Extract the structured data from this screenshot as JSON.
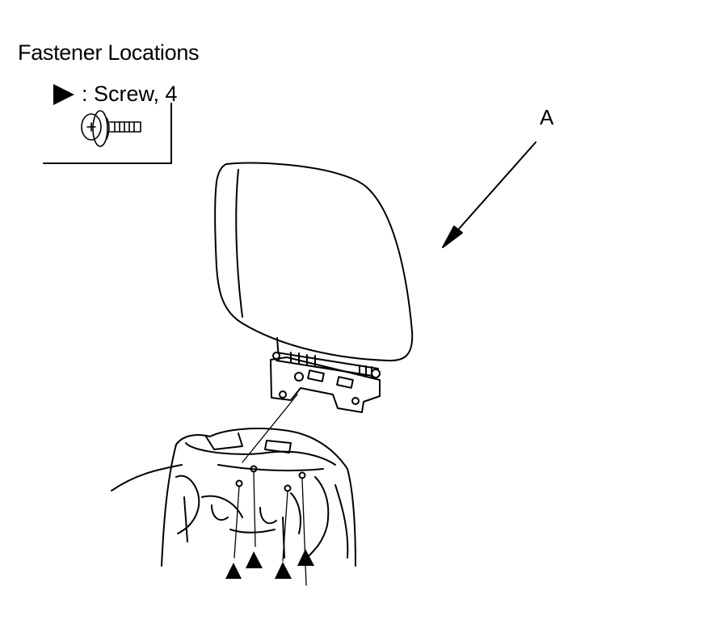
{
  "diagram": {
    "title": "Fastener Locations",
    "legend": {
      "symbol": "filled-triangle",
      "label": ": Screw, 4"
    },
    "callout_label": "A",
    "line_color": "#000000",
    "background": "#ffffff"
  }
}
